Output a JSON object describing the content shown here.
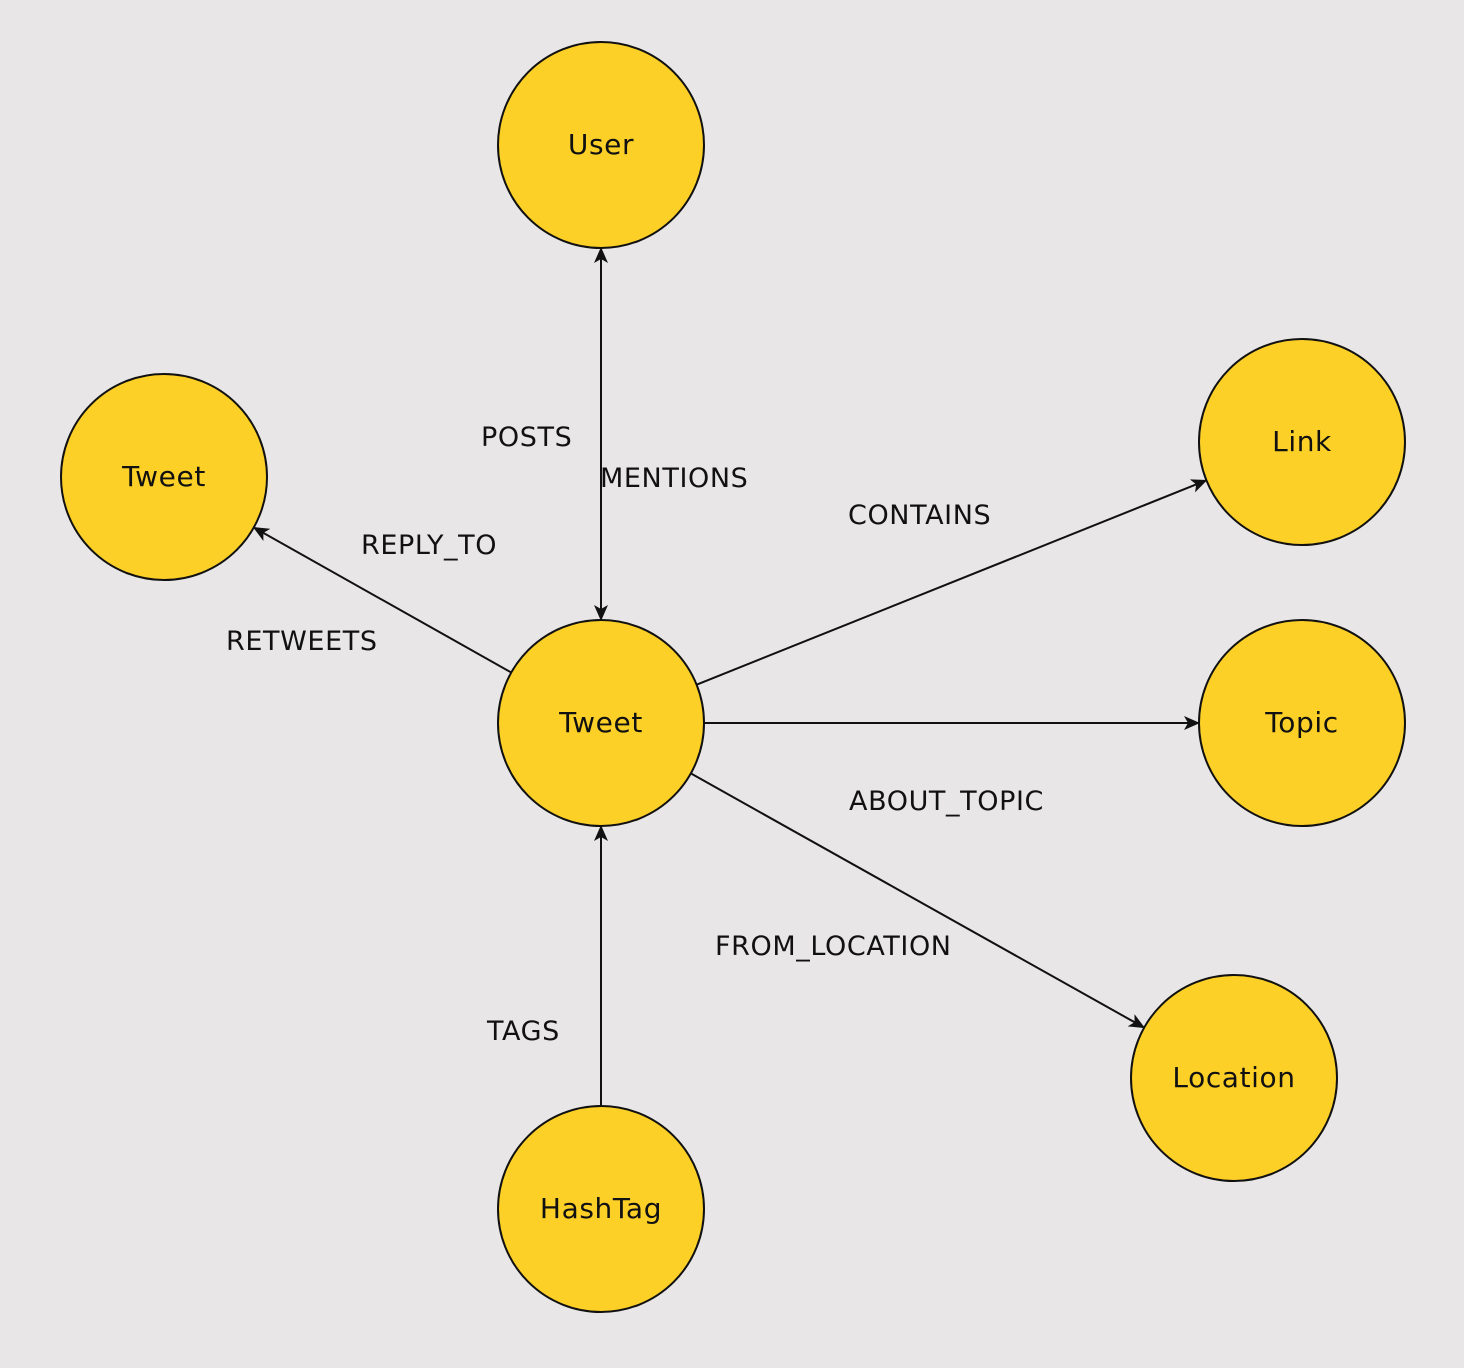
{
  "colors": {
    "background": "#e8e6e7",
    "node_fill": "#fcd027",
    "stroke": "#111111"
  },
  "nodes": [
    {
      "id": "user",
      "label": "User"
    },
    {
      "id": "tweet_center",
      "label": "Tweet"
    },
    {
      "id": "tweet_left",
      "label": "Tweet"
    },
    {
      "id": "link",
      "label": "Link"
    },
    {
      "id": "topic",
      "label": "Topic"
    },
    {
      "id": "location",
      "label": "Location"
    },
    {
      "id": "hashtag",
      "label": "HashTag"
    }
  ],
  "edges": [
    {
      "id": "user-tweet",
      "from": "user",
      "to": "tweet_center",
      "bidirectional": true
    },
    {
      "id": "tweet-reply",
      "from": "tweet_center",
      "to": "tweet_left",
      "bidirectional": false
    },
    {
      "id": "tweet-link",
      "from": "tweet_center",
      "to": "link",
      "bidirectional": false
    },
    {
      "id": "tweet-topic",
      "from": "tweet_center",
      "to": "topic",
      "bidirectional": false
    },
    {
      "id": "tweet-location",
      "from": "tweet_center",
      "to": "location",
      "bidirectional": false
    },
    {
      "id": "hashtag-tweet",
      "from": "hashtag",
      "to": "tweet_center",
      "bidirectional": false
    }
  ],
  "edge_labels": [
    {
      "id": "posts",
      "text": "POSTS"
    },
    {
      "id": "mentions",
      "text": "MENTIONS"
    },
    {
      "id": "reply_to",
      "text": "REPLY_TO"
    },
    {
      "id": "retweets",
      "text": "RETWEETS"
    },
    {
      "id": "contains",
      "text": "CONTAINS"
    },
    {
      "id": "about_topic",
      "text": "ABOUT_TOPIC"
    },
    {
      "id": "from_location",
      "text": "FROM_LOCATION"
    },
    {
      "id": "tags",
      "text": "TAGS"
    }
  ]
}
